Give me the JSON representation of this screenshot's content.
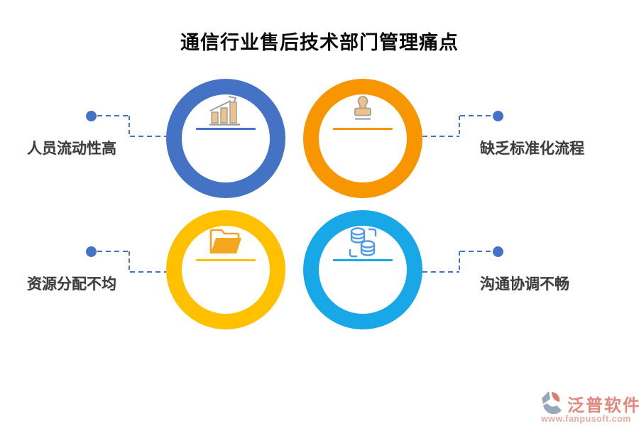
{
  "title": "通信行业售后技术部门管理痛点",
  "items": [
    {
      "label": "人员流动性高",
      "icon": "growth-chart-icon",
      "color": "#4472C4",
      "side": "left"
    },
    {
      "label": "缺乏标准化流程",
      "icon": "stamp-icon",
      "color": "#F89600",
      "side": "right"
    },
    {
      "label": "资源分配不均",
      "icon": "open-folder-icon",
      "color": "#FFC000",
      "side": "left"
    },
    {
      "label": "沟通协调不畅",
      "icon": "database-sync-icon",
      "color": "#18A8E8",
      "side": "right"
    }
  ],
  "watermark": {
    "brand": "泛普软件",
    "website": "www.fanpusoft.com"
  },
  "colors": {
    "ring_blue": "#4472C4",
    "ring_orange": "#F89600",
    "ring_yellow": "#FFC000",
    "ring_cyan": "#18A8E8",
    "connector": "#4472C4",
    "title_text": "#0a0a0a",
    "label_text": "#3c3c3c",
    "icon_tan_fill": "#EFC387",
    "icon_gray_stroke": "#A0A0A0",
    "folder_orange": "#F5A01F",
    "database_blue": "#4C9BE8",
    "watermark_red": "#E2887C",
    "watermark_site_red": "#E9ACA2",
    "watermark_gray_blue": "#99A7BA"
  }
}
